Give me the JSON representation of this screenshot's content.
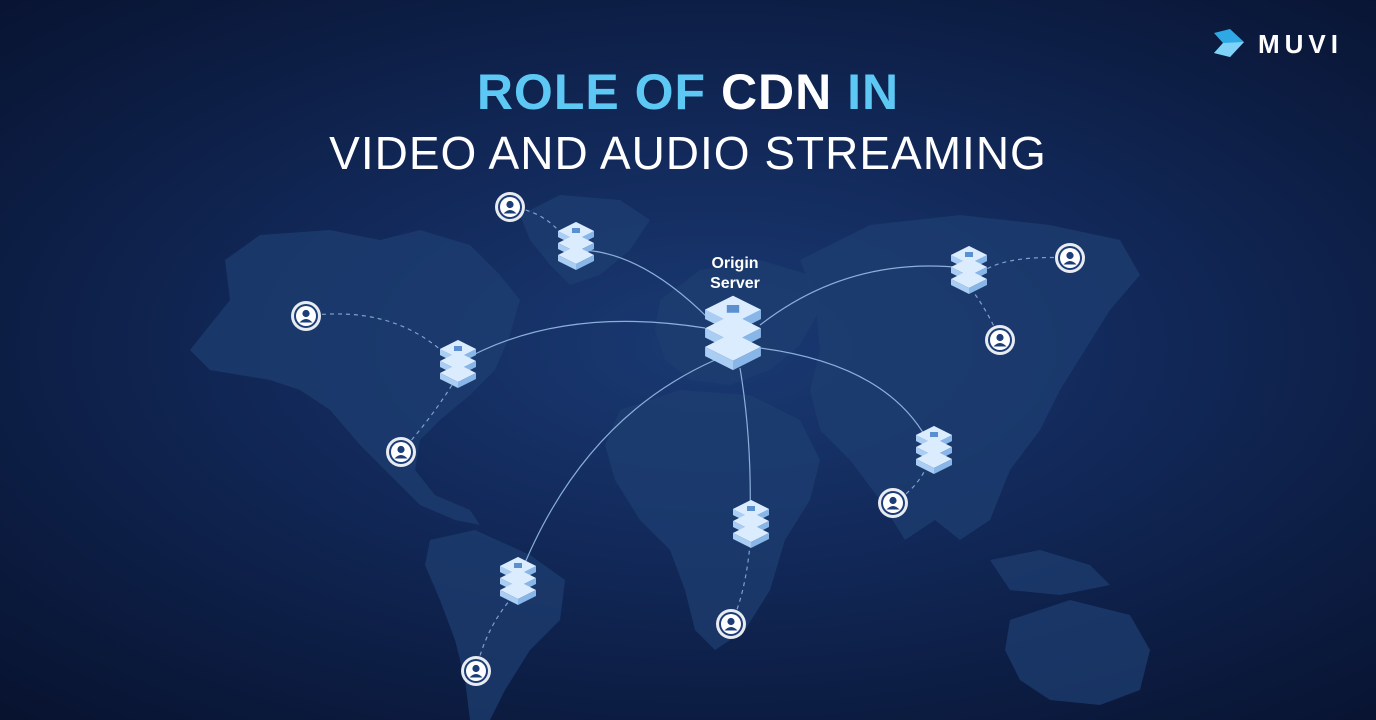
{
  "brand": {
    "name": "MUVI",
    "accent": "#5ec8f5",
    "logo_icon": "muvi-logo-icon"
  },
  "title": {
    "part1": "ROLE OF ",
    "part2": "CDN",
    "part3": " IN",
    "line2": "VIDEO AND AUDIO STREAMING"
  },
  "origin": {
    "label_line1": "Origin",
    "label_line2": "Server",
    "icon": "server-stack-icon"
  },
  "edge_icon": "server-stack-icon",
  "user_icon": "user-icon",
  "colors": {
    "background": "#0b1a3d",
    "continents": "#1e3d70",
    "link_line": "#9fc4ee",
    "server": "#cfe6ff"
  }
}
